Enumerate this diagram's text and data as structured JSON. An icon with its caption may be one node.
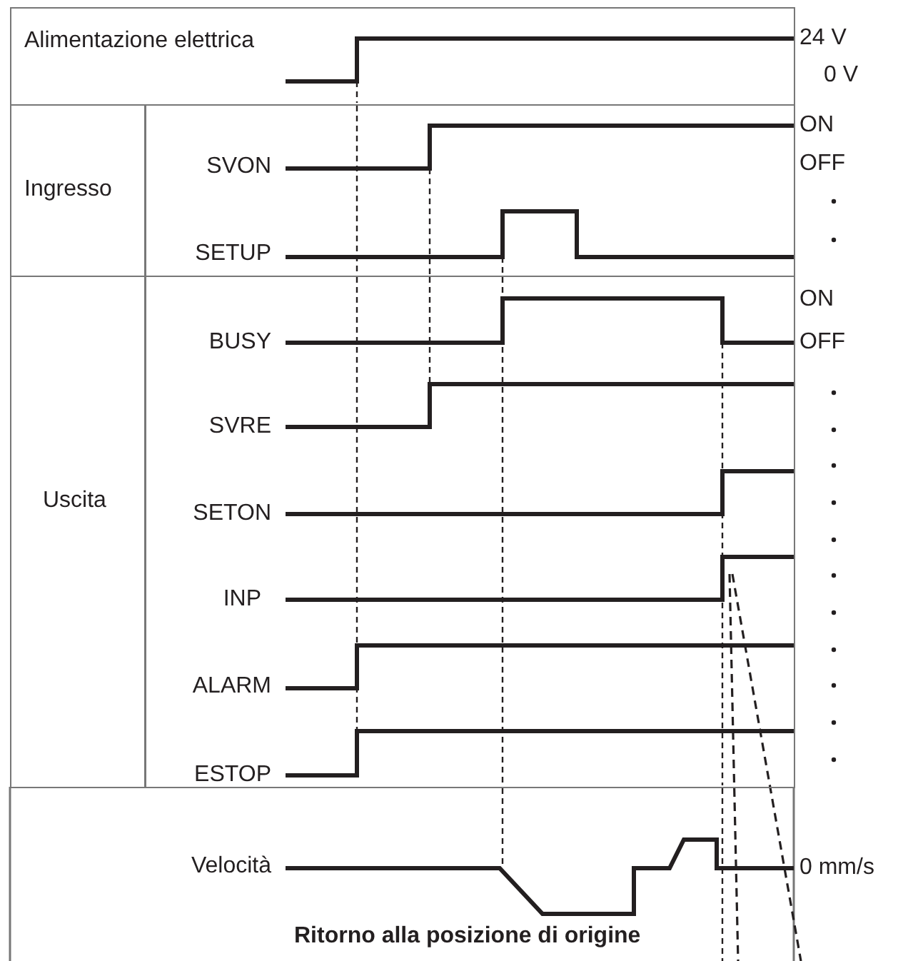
{
  "diagram": {
    "labels": [
      "Alimentazione elettrica",
      "24 V",
      "0 V",
      "ON",
      "SVON",
      "OFF",
      "Ingresso",
      "SETUP",
      "ON",
      "BUSY",
      "OFF",
      "SVRE",
      "Uscita",
      "SETON",
      "INP",
      "ALARM",
      "ESTOP",
      "Velocità",
      "0 mm/s",
      "Ritorno alla posizione di origine"
    ]
  }
}
